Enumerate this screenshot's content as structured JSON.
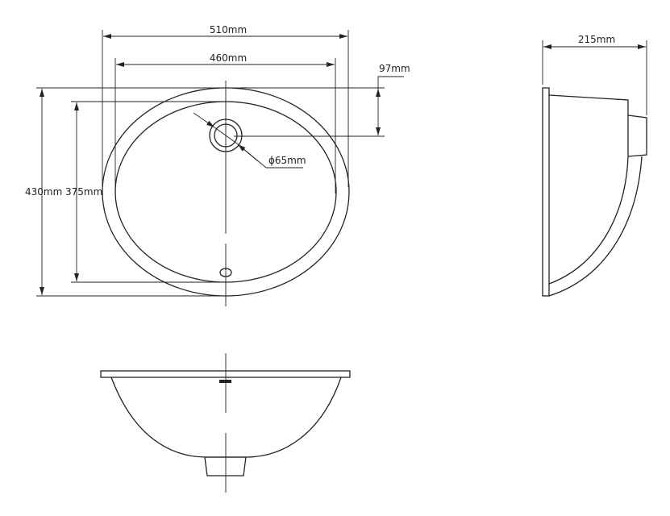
{
  "dimensions": {
    "overall_width": "510mm",
    "bowl_width": "460mm",
    "overflow_offset": "97mm",
    "overall_length": "430mm",
    "bowl_length": "375mm",
    "overflow_diameter": "ϕ65mm",
    "depth": "215mm"
  },
  "colors": {
    "line": "#222222",
    "background": "#ffffff"
  }
}
